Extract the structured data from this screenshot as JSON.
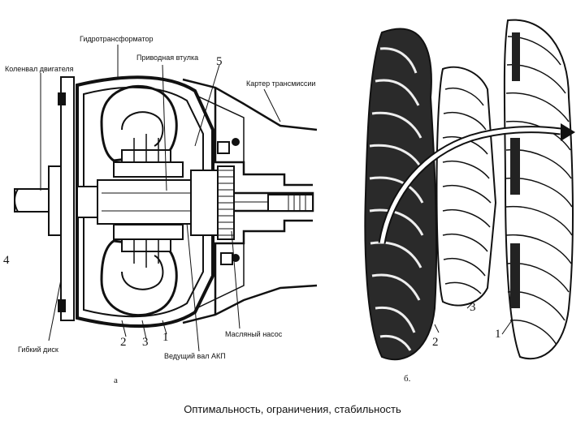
{
  "diagram_a": {
    "labels": {
      "torque_converter": "Гидротрансформатор",
      "drive_hub": "Приводная втулка",
      "crankshaft": "Коленвал двигателя",
      "transmission_housing": "Картер трансмиссии",
      "flex_plate": "Гибкий диск",
      "oil_pump": "Масляный насос",
      "input_shaft": "Ведущий вал АКП"
    },
    "callouts": {
      "n5": "5",
      "n4": "4",
      "n2": "2",
      "n3": "3",
      "n1": "1"
    },
    "sublabel": "а"
  },
  "diagram_b": {
    "callouts": {
      "n3": "3",
      "n2": "2",
      "n1": "1"
    },
    "sublabel": "б."
  },
  "caption": "Оптимальность, ограничения, стабильность"
}
